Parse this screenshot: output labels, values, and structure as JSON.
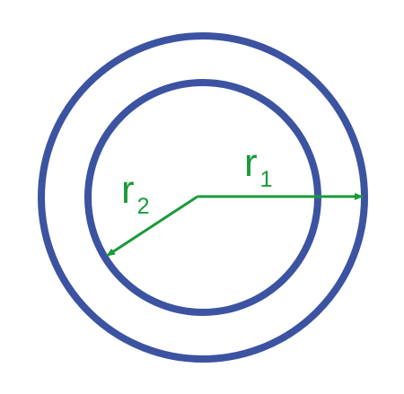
{
  "colors": {
    "circle": "#3c53a2",
    "radius": "#1a9a3a",
    "background": "#ffffff"
  },
  "labels": {
    "outer_radius": {
      "letter": "r",
      "subscript": "1"
    },
    "inner_radius": {
      "letter": "r",
      "subscript": "2"
    }
  }
}
